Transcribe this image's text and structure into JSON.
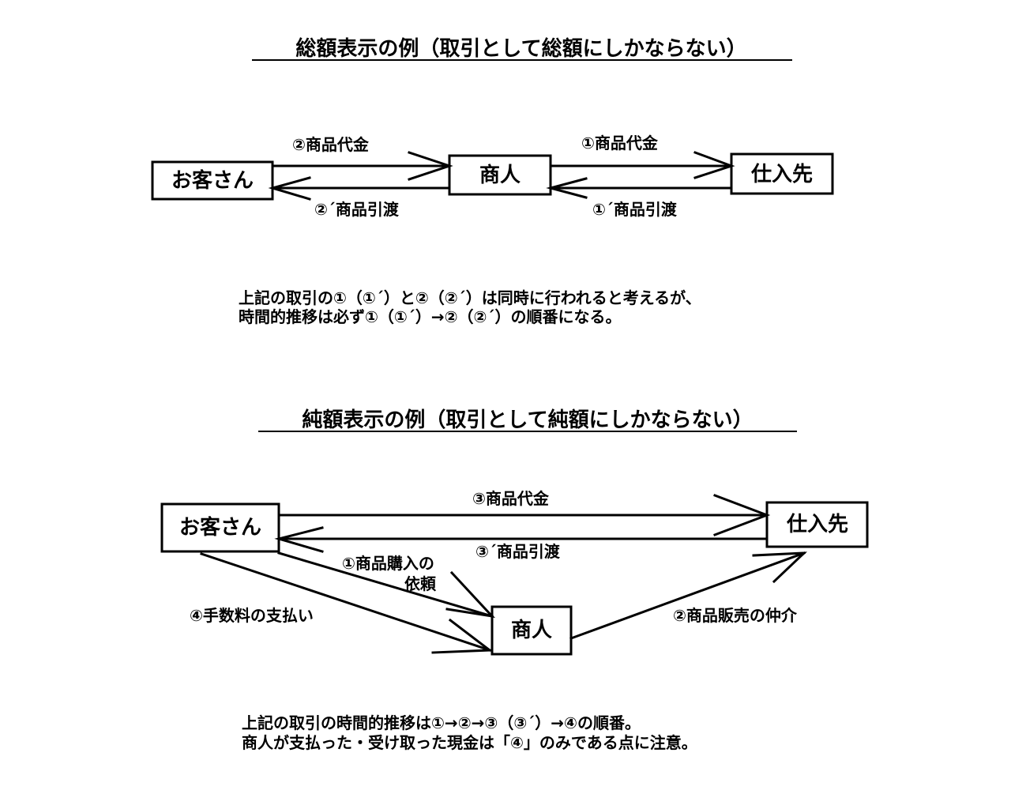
{
  "gross": {
    "title": "総額表示の例（取引として総額にしかならない）",
    "nodes": {
      "customer": "お客さん",
      "merchant": "商人",
      "supplier": "仕入先"
    },
    "labels": {
      "payment_2": "②商品代金",
      "delivery_2": "②´商品引渡",
      "payment_1": "①商品代金",
      "delivery_1": "①´商品引渡"
    },
    "notes": [
      "上記の取引の①（①´）と②（②´）は同時に行われると考えるが、",
      "時間的推移は必ず①（①´）→②（②´）の順番になる。"
    ]
  },
  "net": {
    "title": "純額表示の例（取引として純額にしかならない）",
    "nodes": {
      "customer": "お客さん",
      "merchant": "商人",
      "supplier": "仕入先"
    },
    "labels": {
      "payment_3": "③商品代金",
      "delivery_3": "③´商品引渡",
      "request_1_line1": "①商品購入の",
      "request_1_line2": "依頼",
      "fee_4": "④手数料の支払い",
      "brokerage_2": "②商品販売の仲介"
    },
    "notes": [
      "上記の取引の時間的推移は①→②→③（③´）→④の順番。",
      "商人が支払った・受け取った現金は「④」のみである点に注意。"
    ]
  }
}
